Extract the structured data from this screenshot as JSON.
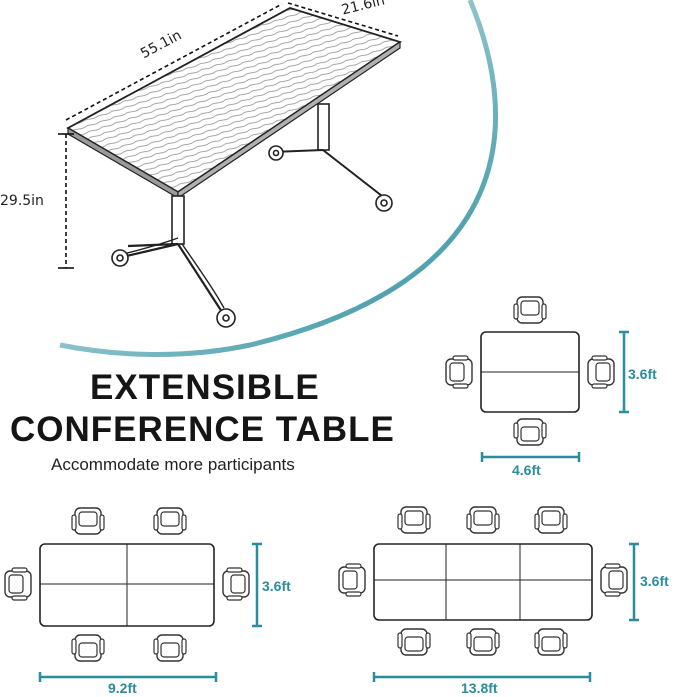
{
  "product": {
    "dimensions": {
      "length": "55.1in",
      "width": "21.6in",
      "height": "29.5in"
    }
  },
  "headline": {
    "line1": "EXTENSIBLE",
    "line2": "CONFERENCE TABLE",
    "subtitle": "Accommodate more participants"
  },
  "layouts": {
    "one_table": {
      "width_label": "4.6ft",
      "depth_label": "3.6ft"
    },
    "two_tables": {
      "width_label": "9.2ft",
      "depth_label": "3.6ft"
    },
    "three_tables": {
      "width_label": "13.8ft",
      "depth_label": "3.6ft"
    }
  },
  "colors": {
    "accent": "#2a8d9c",
    "line": "#1a1a1a"
  }
}
